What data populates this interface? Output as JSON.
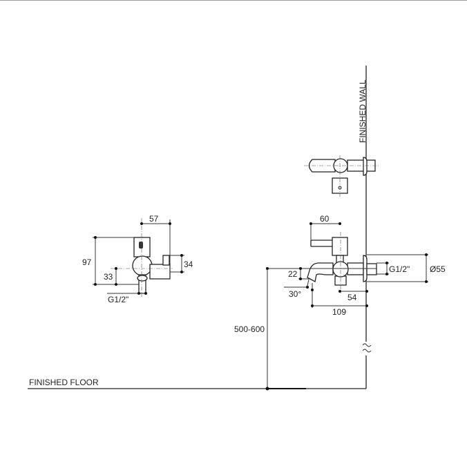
{
  "labels": {
    "finished_wall": "FINISHED WALL",
    "finished_floor": "FINISHED FLOOR"
  },
  "side_view": {
    "width": "57",
    "height": "97",
    "depth": "34",
    "outlet_height": "33",
    "thread": "G1/2\""
  },
  "front_view": {
    "lever": "60",
    "spout_drop": "22",
    "spout_angle": "30°",
    "body_projection": "54",
    "total_projection": "109",
    "thread": "G1/2\"",
    "plate_diameter": "Ø55",
    "mount_height": "500-600"
  }
}
